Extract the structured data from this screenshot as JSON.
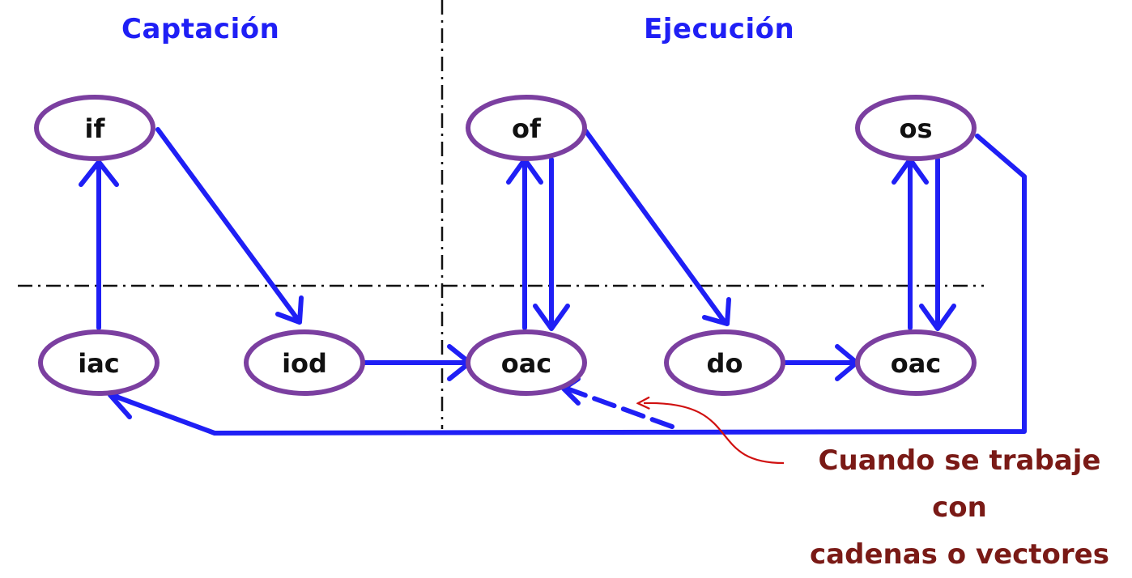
{
  "sections": {
    "captacion": "Captación",
    "ejecucion": "Ejecución"
  },
  "nodes": {
    "if": "if",
    "iac": "iac",
    "iod": "iod",
    "of": "of",
    "oac_1": "oac",
    "do": "do",
    "oac_2": "oac",
    "os": "os"
  },
  "annotation": {
    "line1": "Cuando se trabaje con",
    "line2": "cadenas o vectores"
  },
  "colors": {
    "section_title": "#1f1ff5",
    "node_border": "#7b3fa0",
    "arrow": "#1f1ff5",
    "annotation_text": "#7a1a16",
    "annotation_curve": "#d01010",
    "divider": "#111111"
  }
}
